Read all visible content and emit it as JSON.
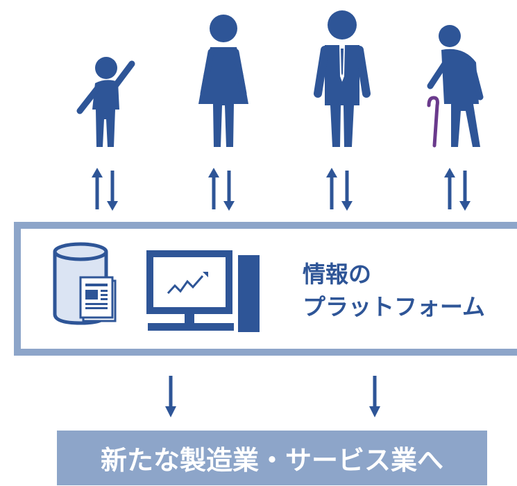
{
  "people": [
    {
      "name": "child"
    },
    {
      "name": "woman"
    },
    {
      "name": "man"
    },
    {
      "name": "elderly"
    }
  ],
  "platform": {
    "label_line1": "情報の",
    "label_line2": "プラットフォーム"
  },
  "banner": {
    "text": "新たな製造業・サービス業へ"
  },
  "colors": {
    "primary": "#2e5597",
    "platform_border": "#8da5c9",
    "banner_bg": "#8da5c9",
    "db_fill": "#dbe4f3",
    "cane": "#6a3a8c"
  }
}
